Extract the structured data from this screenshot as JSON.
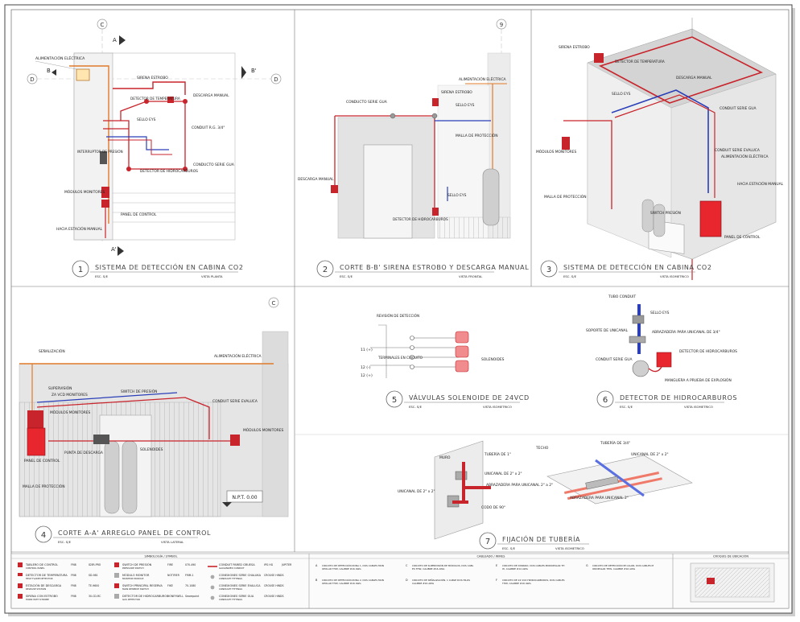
{
  "colors": {
    "pipe_red": "#c8242b",
    "cable_blue": "#2a3fb8",
    "electrical_orange": "#e07a2a",
    "wall_gray": "#d6d6d6",
    "frame_blue": "#6a8fc0"
  },
  "views": [
    {
      "number": "1",
      "title": "SISTEMA DE DETECCIÓN EN CABINA CO2",
      "scale": "ESC. S/E",
      "view_label": "VISTA PLANTA"
    },
    {
      "number": "2",
      "title": "CORTE B-B' SIRENA ESTROBO Y DESCARGA MANUAL",
      "scale": "ESC. S/E",
      "view_label": "VISTA FRONTAL"
    },
    {
      "number": "3",
      "title": "SISTEMA DE DETECCIÓN EN CABINA CO2",
      "scale": "ESC. S/E",
      "view_label": "VISTA ISOMETRICO"
    },
    {
      "number": "4",
      "title": "CORTE A-A' ARREGLO PANEL DE CONTROL",
      "scale": "ESC. S/E",
      "view_label": "VISTA LATERAL"
    },
    {
      "number": "5",
      "title": "VÁLVULAS SOLENOIDE DE 24VCD",
      "scale": "ESC. S/E",
      "view_label": "VISTA ISOMETRICO"
    },
    {
      "number": "6",
      "title": "DETECTOR DE HIDROCARBUROS",
      "scale": "ESC. S/E",
      "view_label": "VISTA ISOMETRICO"
    },
    {
      "number": "7",
      "title": "FIJACIÓN DE TUBERÍA",
      "scale": "ESC. S/E",
      "view_label": "VISTA ISOMETRICO"
    }
  ],
  "view1": {
    "grid_top": "C",
    "grid_left": "D",
    "grid_right": "D",
    "section_a": "A",
    "section_b": "B",
    "section_a2": "A'",
    "section_b2": "B'",
    "labels": [
      "ALIMENTACIÓN ELÉCTRICA",
      "SIRENA ESTROBO",
      "DETECTOR DE TEMPERATURA",
      "DESCARGA MANUAL",
      "SELLO EYS",
      "CONDUIT R.G. 3/4\"",
      "INTERRUPTOR DE PRESIÓN",
      "CONDUCTO SERIE GUA",
      "DETECTOR DE HIDROCARBUROS",
      "MÓDULOS MONITORES",
      "PANEL DE CONTROL",
      "HACIA ESTACIÓN MANUAL"
    ]
  },
  "view2": {
    "grid_top": "9",
    "labels": [
      "ALIMENTACIÓN ELÉCTRICA",
      "CONDUCTO SERIE GUA",
      "SIRENA ESTROBO",
      "SELLO EYS",
      "MALLA DE PROTECCIÓN",
      "DESCARGA MANUAL",
      "SELLO EYS",
      "DETECTOR DE HIDROCARBUROS"
    ]
  },
  "view3": {
    "labels": [
      "SIRENA ESTROBO",
      "DETECTOR DE TEMPERATURA",
      "DESCARGA MANUAL",
      "SELLO EYS",
      "CONDUIT SERIE GUA",
      "MÓDULOS MONITORES",
      "CONDUIT SERIE EVALUCA",
      "ALIMENTACIÓN ELÉCTRICA",
      "HACIA ESTACIÓN MANUAL",
      "MALLA DE PROTECCIÓN",
      "SWITCH PRESIÓN",
      "PANEL DE CONTROL"
    ]
  },
  "view4": {
    "grid_top": "C",
    "elevation": "N.P.T. 0.00",
    "labels": [
      "SEÑALIZACIÓN",
      "ALIMENTACIÓN ELÉCTRICA",
      "SUPERVISIÓN",
      "ZA VCD MONITORES",
      "SWITCH DE PRESIÓN",
      "MÓDULOS MONITORES",
      "CONDUIT SERIE EVALUCA",
      "MÓDULOS MONITORES",
      "PANEL DE CONTROL",
      "PUNTA DE DESCARGA",
      "SOLENOIDES",
      "MALLA DE PROTECCIÓN"
    ]
  },
  "view5": {
    "labels": [
      "REVISIÓN DE DETECCIÓN",
      "11 (+)",
      "12 (-)",
      "TERMINALES EN CIRCUITO",
      "12 (+)",
      "SOLENOIDES"
    ]
  },
  "view6": {
    "labels": [
      "TUBO CONDUIT",
      "SELLO EYS",
      "SOPORTE DE UNICANAL",
      "ABRAZADERA PARA UNICANAL DE 3/4\"",
      "DETECTOR DE HIDROCARBUROS",
      "CONDUIT SERIE GUA",
      "MANGUERA A PRUEBA DE EXPLOSIÓN"
    ]
  },
  "view7": {
    "labels": [
      "MURO",
      "TUBERÍA DE 1\"",
      "UNICANAL DE 2\" x 2\"",
      "ABRAZADERA PARA UNICANAL 2\" a 2\"",
      "UNICANAL DE 2\" x 2\"",
      "CODO DE 90°",
      "TECHO",
      "TUBERÍA DE 3/4\"",
      "UNICANAL DE 2\" x 2\"",
      "ABRAZADERA PARA UNICANAL 2\""
    ]
  },
  "legend": {
    "simbologia_title": "SIMBOLOGÍA / SYMBOL",
    "cableado_title": "CABLEADO / WIRES",
    "croquis_title": "CROQUIS DE UBICACIÓN",
    "symbols": [
      {
        "name": "TABLERO DE CONTROL",
        "sub": "CONTROL PANEL",
        "code": "FM8",
        "model": "ID3R-PRO"
      },
      {
        "name": "DETECTOR DE TEMPERATURA",
        "sub": "HEAT FLAME DETECTOR",
        "code": "FM8",
        "model": "SD-981"
      },
      {
        "name": "ESTACIÓN DE DESCARGA",
        "sub": "RELEASE STATION",
        "code": "FM8",
        "model": "TE-9600"
      },
      {
        "name": "SIRENA CON ESTROBO",
        "sub": "HORN WITH STROBE",
        "code": "FM8",
        "model": "30-CD-RC"
      },
      {
        "name": "SWITCH DE PRESIÓN",
        "sub": "PRESSURE SWITCH",
        "code": "FIRE",
        "model": "070-490"
      },
      {
        "name": "MÓDULO MONITOR",
        "sub": "MONITOR MODULE",
        "code": "NOTIFIER",
        "model": "FMM-1"
      },
      {
        "name": "SWITCH PRINCIPAL RESERVA",
        "sub": "MAIN RESERVE SWITCH",
        "code": "FIKE",
        "model": "70-1080"
      },
      {
        "name": "DETECTOR DE HIDROCARBUROS",
        "sub": "GAS DETECTOR",
        "code": "HONEYWELL",
        "model": "Searepoint"
      },
      {
        "name": "CONDUIT PARED GRUESA",
        "sub": "GALVANIZED CONDUIT",
        "code": "IPG HG",
        "model": "JUPITER"
      },
      {
        "name": "CONEXIONES SERIE CHALUKA",
        "sub": "CONDULET FITTINGS",
        "code": "CROUSE HINDS",
        "model": ""
      },
      {
        "name": "CONEXIONES SERIE EVALUCA",
        "sub": "CONDULET FITTINGS",
        "code": "CROUSE HINDS",
        "model": ""
      },
      {
        "name": "CONEXIONES SERIE GUA",
        "sub": "CONDULET FITTINGS",
        "code": "CROUSE HINDS",
        "model": ""
      }
    ],
    "wires": [
      {
        "id": "A",
        "text": "CIRCUITO DE DETECCIÓN ZONA 1, DOS CABLES MONOPOLAR THW, CALIBRE #16 AWG"
      },
      {
        "id": "B",
        "text": "CIRCUITO DE DETECCIÓN ZONA 2, DOS CABLES MONOPOLAR THW, CALIBRE #16 AWG"
      },
      {
        "id": "C",
        "text": "CIRCUITO DE SUPERVISIÓN DE MÓDULOS, DOS CABLES THW, CALIBRE #16 AWG"
      },
      {
        "id": "D",
        "text": "CIRCUITO DE SEÑALIZACIÓN, 1 CABLE DOS HILOS CALIBRE #16 AWG"
      },
      {
        "id": "E",
        "text": "CIRCUITO DE DISPARO, DOS CABLES MONOPOLAR THW, CALIBRE #14 AWG"
      },
      {
        "id": "F",
        "text": "CIRCUITO DE 24 VCD HIDROCARBUROS, DOS CABLES THW, CALIBRE #16 AWG"
      },
      {
        "id": "G",
        "text": "CIRCUITO DE DETECCIÓN DE CALOR, DOS CABLES MONOPOLAR THW, CALIBRE #16 AWG"
      }
    ]
  }
}
